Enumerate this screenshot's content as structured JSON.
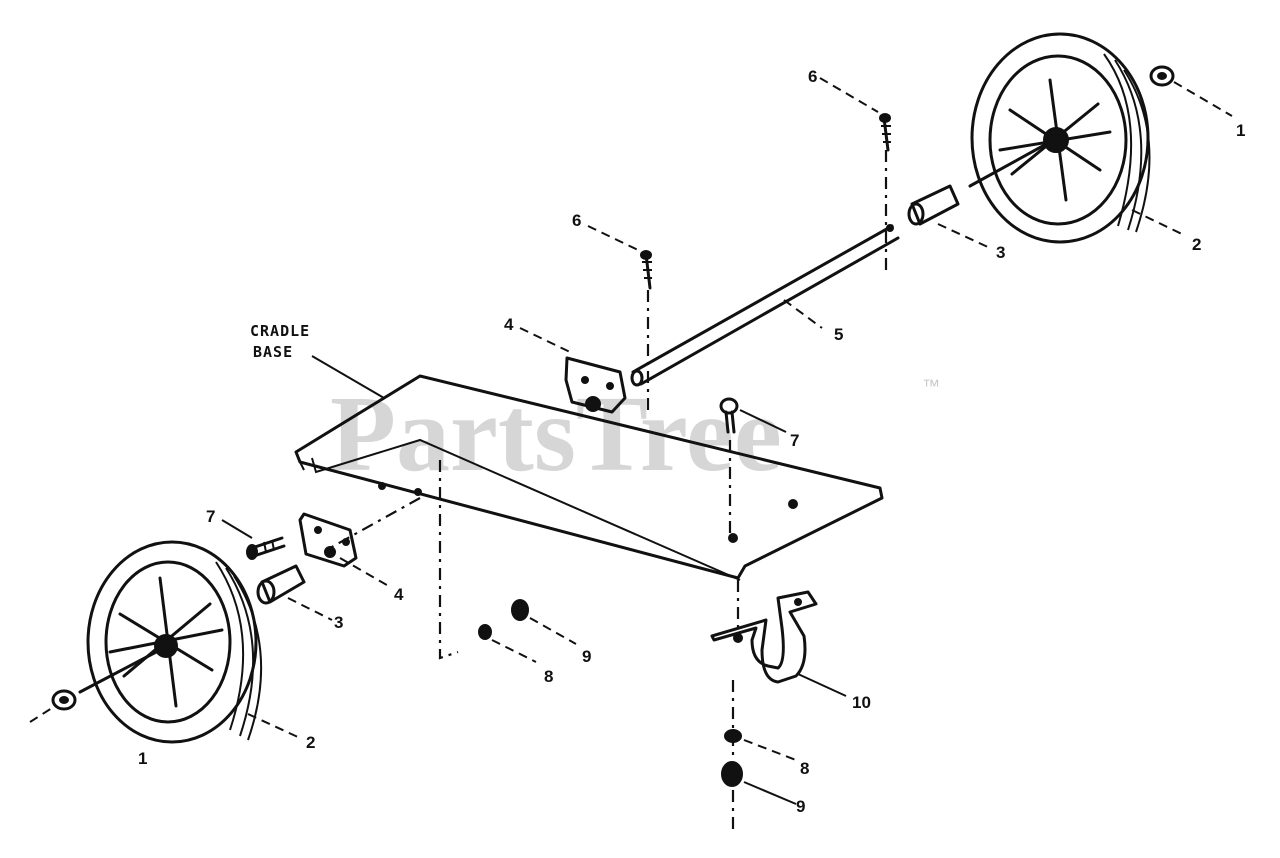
{
  "watermark": {
    "text": "PartsTree",
    "trademark": "™"
  },
  "assembly_label": {
    "line1": "CRADLE",
    "line2": "BASE"
  },
  "callouts": {
    "c1_right": "1",
    "c2_right": "2",
    "c3_right": "3",
    "c6_top": "6",
    "c6_mid": "6",
    "c4_top": "4",
    "c5": "5",
    "c7_right": "7",
    "c7_left": "7",
    "c4_bottom": "4",
    "c3_left": "3",
    "c9_mid": "9",
    "c8_mid": "8",
    "c10": "10",
    "c8_bottom": "8",
    "c9_bottom": "9",
    "c2_left": "2",
    "c1_left": "1"
  }
}
